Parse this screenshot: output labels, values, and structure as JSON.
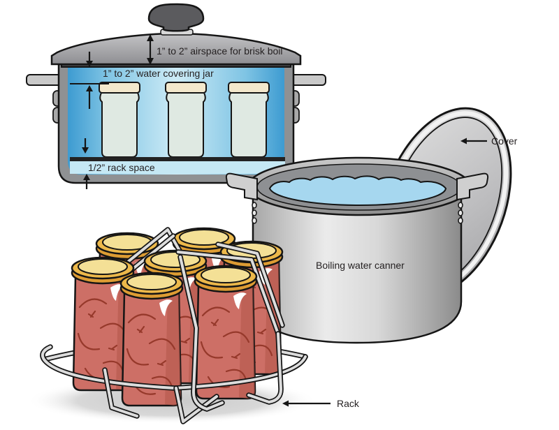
{
  "diagram": {
    "cross_section": {
      "airspace_label": "1” to  2” airspace for brisk boil",
      "water_label": "1” to  2” water covering jar",
      "rack_space_label": "1/2” rack space"
    },
    "canner": {
      "label": "Boiling water canner"
    },
    "cover": {
      "label": "Cover"
    },
    "rack": {
      "label": "Rack"
    },
    "colors": {
      "water_deep": "#3d9bd1",
      "water_light": "#cdebf6",
      "pot_water": "#a6d7ef",
      "pot_gray": "#c9c9c9",
      "lid_dark_band": "#3f4042",
      "jar_glass": "#dfe9e2",
      "jar_lid_cream": "#f3e8cc",
      "preserve_red": "#cd6f66",
      "preserve_shade": "#b25549",
      "gold_lid": "#ecb84a",
      "gold_lid_face": "#f4e096",
      "wire_gray": "#dcdcdc",
      "shadow_gray": "#d2d2d2"
    }
  }
}
